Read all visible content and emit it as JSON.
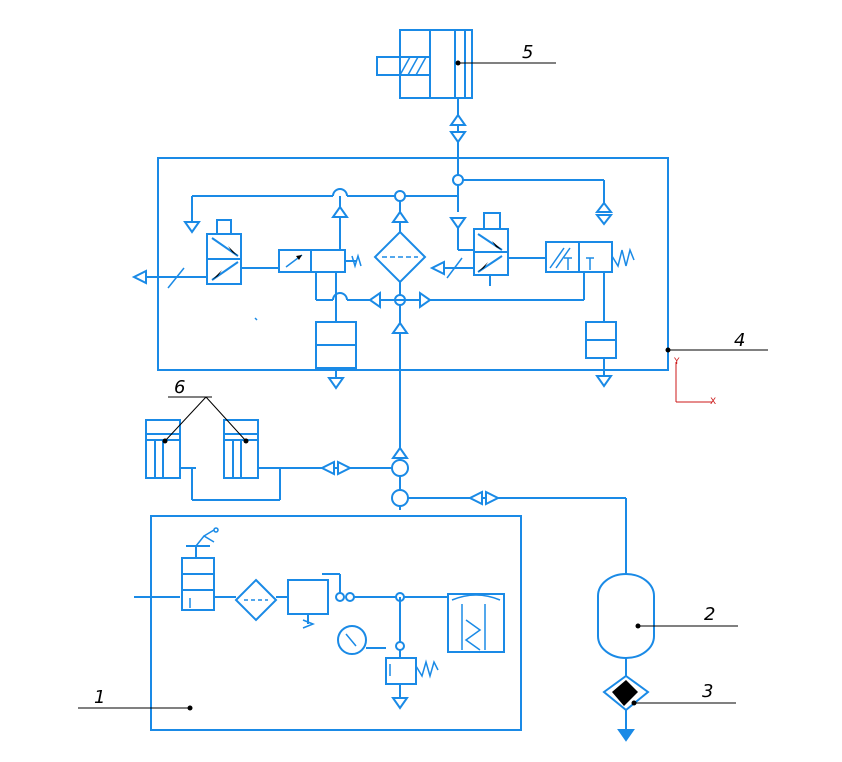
{
  "labels": {
    "l1": "1",
    "l2": "2",
    "l3": "3",
    "l4": "4",
    "l5": "5",
    "l6": "6"
  },
  "axes": {
    "y": "Y",
    "x": "X"
  },
  "colors": {
    "line": "#1a8ae6",
    "leader": "#000000",
    "axis": "#cc1a1a",
    "background": "#ffffff"
  }
}
